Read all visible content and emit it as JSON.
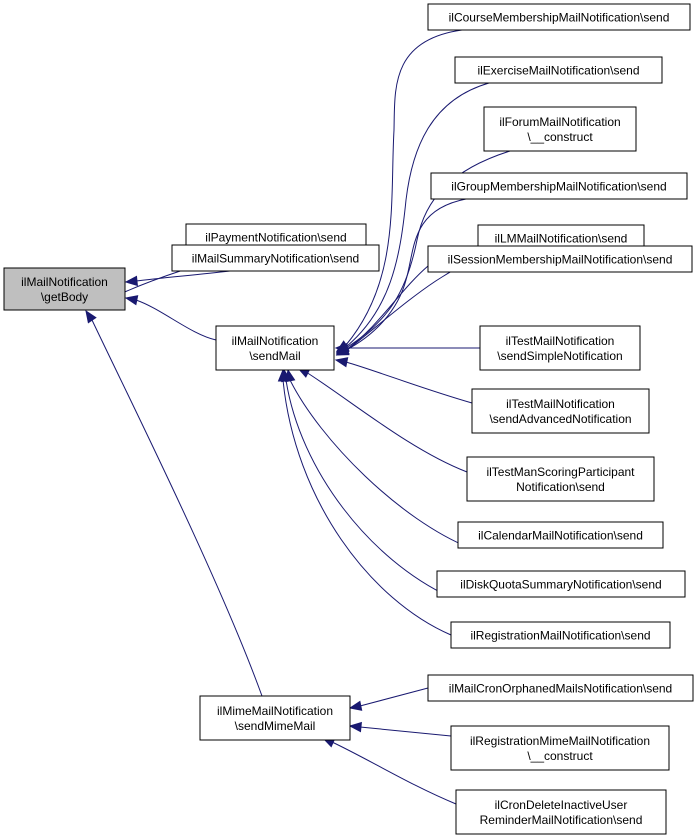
{
  "colors": {
    "edge": "#191970",
    "node_fill": "#ffffff",
    "root_fill": "#bfbfbf",
    "border": "#000000"
  },
  "nodes": [
    {
      "id": "getBody",
      "lines": [
        "ilMailNotification",
        "\\getBody"
      ],
      "highlight": true
    },
    {
      "id": "payment",
      "lines": [
        "ilPaymentNotification\\send"
      ]
    },
    {
      "id": "summary",
      "lines": [
        "ilMailSummaryNotification\\send"
      ]
    },
    {
      "id": "sendMail",
      "lines": [
        "ilMailNotification",
        "\\sendMail"
      ]
    },
    {
      "id": "sendMime",
      "lines": [
        "ilMimeMailNotification",
        "\\sendMimeMail"
      ]
    },
    {
      "id": "course",
      "lines": [
        "ilCourseMembershipMailNotification\\send"
      ]
    },
    {
      "id": "exercise",
      "lines": [
        "ilExerciseMailNotification\\send"
      ]
    },
    {
      "id": "forum",
      "lines": [
        "ilForumMailNotification",
        "\\__construct"
      ]
    },
    {
      "id": "group",
      "lines": [
        "ilGroupMembershipMailNotification\\send"
      ]
    },
    {
      "id": "lm",
      "lines": [
        "ilLMMailNotification\\send"
      ]
    },
    {
      "id": "session",
      "lines": [
        "ilSessionMembershipMailNotification\\send"
      ]
    },
    {
      "id": "testSimple",
      "lines": [
        "ilTestMailNotification",
        "\\sendSimpleNotification"
      ]
    },
    {
      "id": "testAdv",
      "lines": [
        "ilTestMailNotification",
        "\\sendAdvancedNotification"
      ]
    },
    {
      "id": "testMan",
      "lines": [
        "ilTestManScoringParticipant",
        "Notification\\send"
      ]
    },
    {
      "id": "calendar",
      "lines": [
        "ilCalendarMailNotification\\send"
      ]
    },
    {
      "id": "disk",
      "lines": [
        "ilDiskQuotaSummaryNotification\\send"
      ]
    },
    {
      "id": "registration",
      "lines": [
        "ilRegistrationMailNotification\\send"
      ]
    },
    {
      "id": "cronOrphan",
      "lines": [
        "ilMailCronOrphanedMailsNotification\\send"
      ]
    },
    {
      "id": "regMime",
      "lines": [
        "ilRegistrationMimeMailNotification",
        "\\__construct"
      ]
    },
    {
      "id": "cronDelete",
      "lines": [
        "ilCronDeleteInactiveUser",
        "ReminderMailNotification\\send"
      ]
    }
  ],
  "edges": [
    {
      "from": "payment",
      "to": "getBody"
    },
    {
      "from": "summary",
      "to": "getBody"
    },
    {
      "from": "sendMail",
      "to": "getBody"
    },
    {
      "from": "sendMime",
      "to": "getBody"
    },
    {
      "from": "course",
      "to": "sendMail"
    },
    {
      "from": "exercise",
      "to": "sendMail"
    },
    {
      "from": "forum",
      "to": "sendMail"
    },
    {
      "from": "group",
      "to": "sendMail"
    },
    {
      "from": "lm",
      "to": "sendMail"
    },
    {
      "from": "session",
      "to": "sendMail"
    },
    {
      "from": "testSimple",
      "to": "sendMail"
    },
    {
      "from": "testAdv",
      "to": "sendMail"
    },
    {
      "from": "testMan",
      "to": "sendMail"
    },
    {
      "from": "calendar",
      "to": "sendMail"
    },
    {
      "from": "disk",
      "to": "sendMail"
    },
    {
      "from": "registration",
      "to": "sendMail"
    },
    {
      "from": "cronOrphan",
      "to": "sendMime"
    },
    {
      "from": "regMime",
      "to": "sendMime"
    },
    {
      "from": "cronDelete",
      "to": "sendMime"
    }
  ]
}
